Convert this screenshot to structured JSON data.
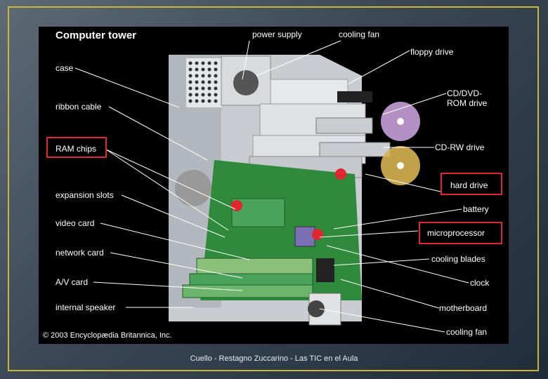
{
  "diagram": {
    "title": "Computer tower",
    "labels_left": [
      "case",
      "ribbon cable",
      "RAM chips",
      "expansion slots",
      "video card",
      "network card",
      "A/V card",
      "internal speaker"
    ],
    "labels_top": [
      "power supply",
      "cooling fan"
    ],
    "labels_right": [
      "floppy drive",
      "CD/DVD-\nROM drive",
      "CD-RW drive",
      "hard drive",
      "battery",
      "microprocessor",
      "cooling blades",
      "clock",
      "motherboard",
      "cooling fan"
    ],
    "highlighted": [
      "RAM chips",
      "hard drive",
      "microprocessor"
    ],
    "copyright": "© 2003 Encyclopædia Britannica, Inc."
  },
  "footer": "Cuello - Restagno Zuccarino - Las TIC en el Aula",
  "colors": {
    "highlight": "#e0262e",
    "frame": "#c9b73a",
    "board": "#2f8a3c"
  }
}
